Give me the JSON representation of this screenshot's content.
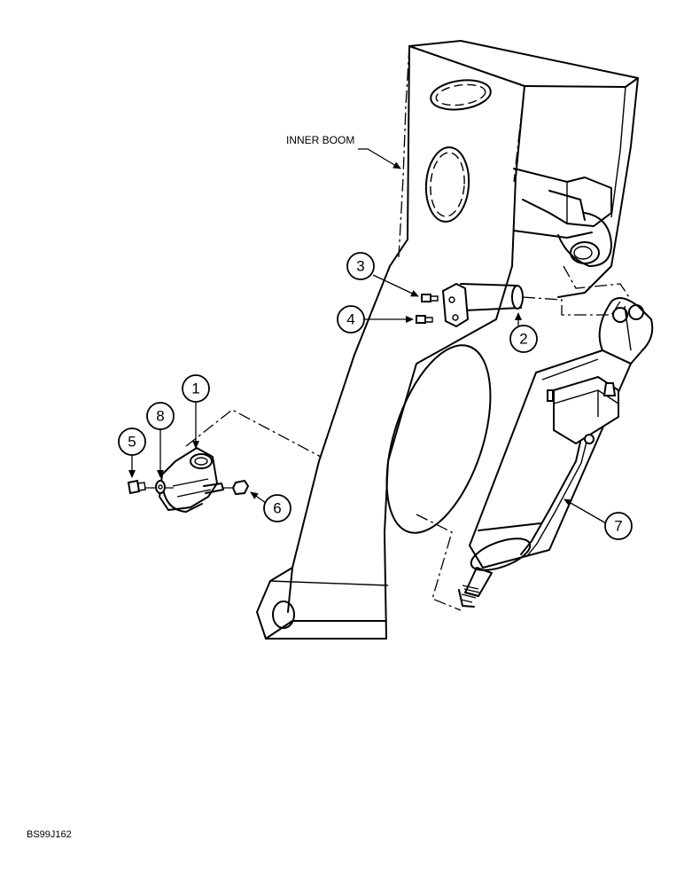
{
  "labels": {
    "inner_boom": "INNER BOOM",
    "figure_code": "BS99J162"
  },
  "callouts": [
    "1",
    "2",
    "3",
    "4",
    "5",
    "6",
    "7",
    "8"
  ]
}
